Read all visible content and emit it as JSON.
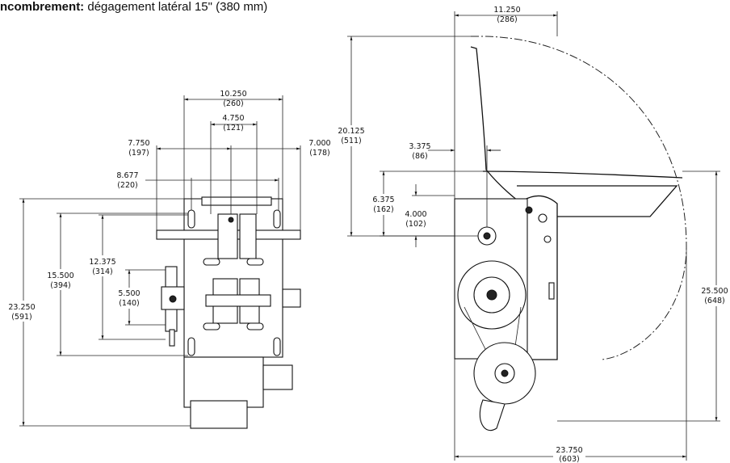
{
  "header": {
    "label": "ncombrement:",
    "text": "dégagement latéral 15\" (380 mm)"
  },
  "front_view": {
    "dims": {
      "w_10250": "10.250",
      "w_10250_mm": "(260)",
      "w_4750": "4.750",
      "w_4750_mm": "(121)",
      "w_7750": "7.750",
      "w_7750_mm": "(197)",
      "w_7000": "7.000",
      "w_7000_mm": "(178)",
      "w_8677": "8.677",
      "w_8677_mm": "(220)",
      "h_23250": "23.250",
      "h_23250_mm": "(591)",
      "h_15500": "15.500",
      "h_15500_mm": "(394)",
      "h_12375": "12.375",
      "h_12375_mm": "(314)",
      "h_5500": "5.500",
      "h_5500_mm": "(140)"
    }
  },
  "side_view": {
    "dims": {
      "w_11250": "11.250",
      "w_11250_mm": "(286)",
      "h_20125": "20.125",
      "h_20125_mm": "(511)",
      "w_3375": "3.375",
      "w_3375_mm": "(86)",
      "h_6375": "6.375",
      "h_6375_mm": "(162)",
      "h_4000": "4.000",
      "h_4000_mm": "(102)",
      "h_25500": "25.500",
      "h_25500_mm": "(648)",
      "w_23750": "23.750",
      "w_23750_mm": "(603)"
    }
  }
}
